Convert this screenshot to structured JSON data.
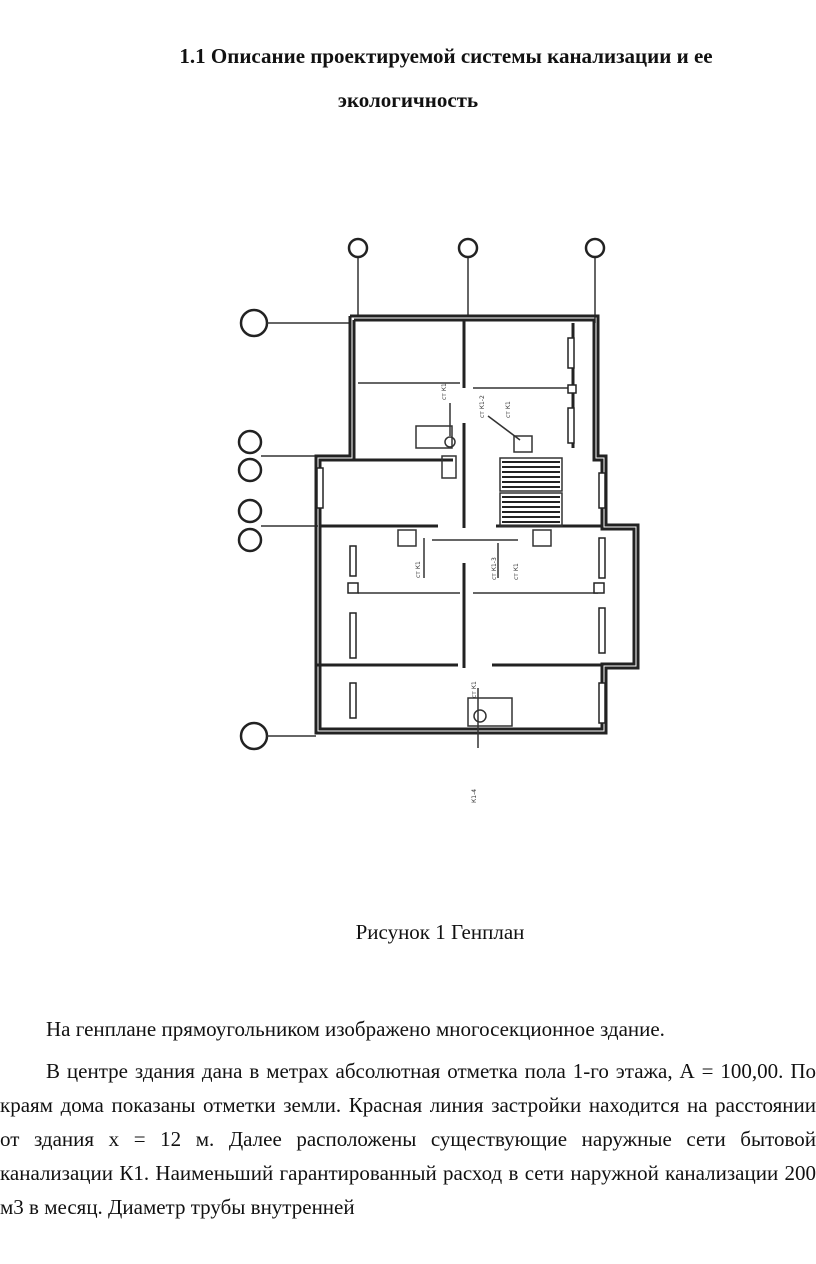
{
  "document": {
    "heading_line1": "1.1 Описание проектируемой системы канализации и ее",
    "heading_line2": "экологичность",
    "figure_caption": "Рисунок 1 Генплан",
    "paragraph1": "На генплане прямоугольником изображено многосекционное здание.",
    "paragraph2": "В центре здания дана в метрах абсолютная отметка пола 1-го этажа, А = 100,00. По краям дома показаны отметки земли. Красная линия застройки находится на расстоянии от здания х = 12 м. Далее расположены существующие наружные сети бытовой канализации К1. Наименьший гарантированный расход в сети наружной канализации 200 м3 в месяц. Диаметр трубы внутренней"
  }
}
